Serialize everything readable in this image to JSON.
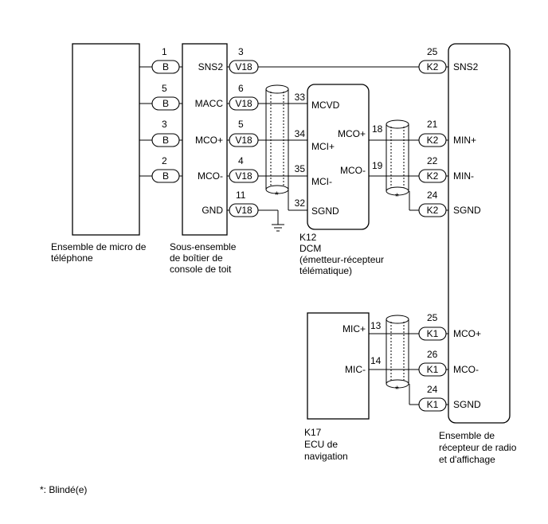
{
  "components": {
    "mic": {
      "label_lines": [
        "Ensemble de micro de",
        "téléphone"
      ]
    },
    "overhead": {
      "label_lines": [
        "Sous-ensemble",
        "de boîtier de",
        "console de toit"
      ]
    },
    "dcm": {
      "id": "K12",
      "label_lines": [
        "DCM",
        "(émetteur-récepteur",
        "télématique)"
      ]
    },
    "nav": {
      "id": "K17",
      "label_lines": [
        "ECU de",
        "navigation"
      ]
    },
    "radio": {
      "label_lines": [
        "Ensemble de",
        "récepteur de radio",
        "et d'affichage"
      ]
    }
  },
  "mic_connectors": [
    {
      "pin": "1",
      "connector": "B"
    },
    {
      "pin": "5",
      "connector": "B"
    },
    {
      "pin": "3",
      "connector": "B"
    },
    {
      "pin": "2",
      "connector": "B"
    }
  ],
  "overhead_terminals": [
    {
      "signal": "SNS2",
      "pin": "3",
      "connector": "V18"
    },
    {
      "signal": "MACC",
      "pin": "6",
      "connector": "V18"
    },
    {
      "signal": "MCO+",
      "pin": "5",
      "connector": "V18"
    },
    {
      "signal": "MCO-",
      "pin": "4",
      "connector": "V18"
    },
    {
      "signal": "GND",
      "pin": "11",
      "connector": "V18"
    }
  ],
  "dcm_inputs": [
    {
      "pin": "33",
      "signal": "MCVD"
    },
    {
      "pin": "34",
      "signal": "MCI+"
    },
    {
      "pin": "35",
      "signal": "MCI-"
    },
    {
      "pin": "32",
      "signal": "SGND"
    }
  ],
  "dcm_outputs": [
    {
      "signal": "MCO+",
      "pin": "18"
    },
    {
      "signal": "MCO-",
      "pin": "19"
    }
  ],
  "nav_outputs": [
    {
      "signal": "MIC+",
      "pin": "13"
    },
    {
      "signal": "MIC-",
      "pin": "14"
    }
  ],
  "radio_terminals": [
    {
      "pin": "25",
      "connector": "K2",
      "signal": "SNS2"
    },
    {
      "pin": "21",
      "connector": "K2",
      "signal": "MIN+"
    },
    {
      "pin": "22",
      "connector": "K2",
      "signal": "MIN-"
    },
    {
      "pin": "24",
      "connector": "K2",
      "signal": "SGND"
    },
    {
      "pin": "25",
      "connector": "K1",
      "signal": "MCO+"
    },
    {
      "pin": "26",
      "connector": "K1",
      "signal": "MCO-"
    },
    {
      "pin": "24",
      "connector": "K1",
      "signal": "SGND"
    }
  ],
  "shield_marker": "*",
  "footnote": "*: Blindé(e)"
}
